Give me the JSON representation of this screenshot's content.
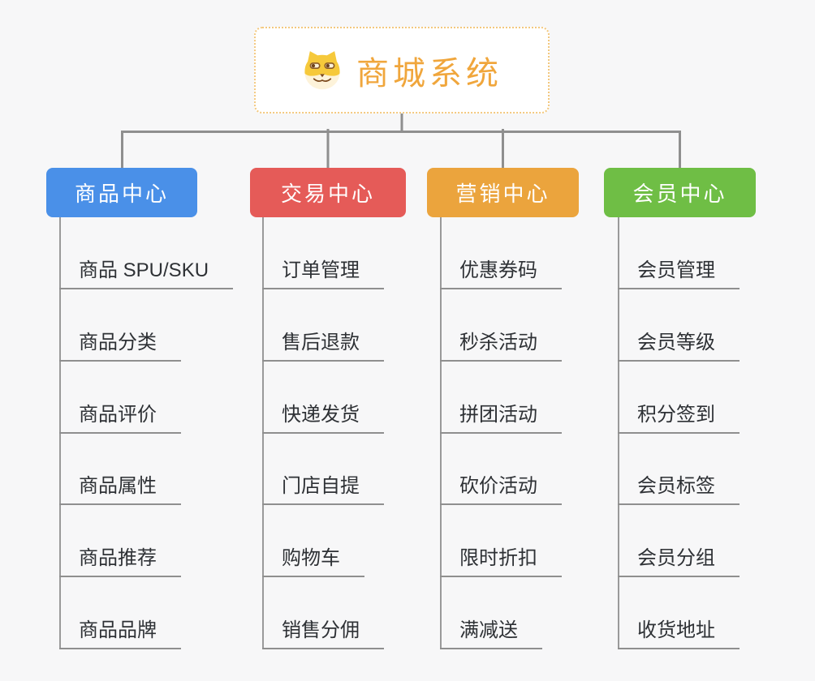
{
  "page": {
    "background": "#f7f7f8",
    "connector_color": "#8f8f8f"
  },
  "root": {
    "title": "商城系统",
    "title_color": "#f0a63c",
    "border_color": "#f3c87e",
    "icon": "shiba-dog-icon"
  },
  "branches": [
    {
      "label": "商品中心",
      "color": "#4a90e8",
      "children": [
        "商品 SPU/SKU",
        "商品分类",
        "商品评价",
        "商品属性",
        "商品推荐",
        "商品品牌"
      ]
    },
    {
      "label": "交易中心",
      "color": "#e55b58",
      "children": [
        "订单管理",
        "售后退款",
        "快递发货",
        "门店自提",
        "购物车",
        "销售分佣"
      ]
    },
    {
      "label": "营销中心",
      "color": "#eba43d",
      "children": [
        "优惠券码",
        "秒杀活动",
        "拼团活动",
        "砍价活动",
        "限时折扣",
        "满减送"
      ]
    },
    {
      "label": "会员中心",
      "color": "#6fbe45",
      "children": [
        "会员管理",
        "会员等级",
        "积分签到",
        "会员标签",
        "会员分组",
        "收货地址"
      ]
    }
  ]
}
